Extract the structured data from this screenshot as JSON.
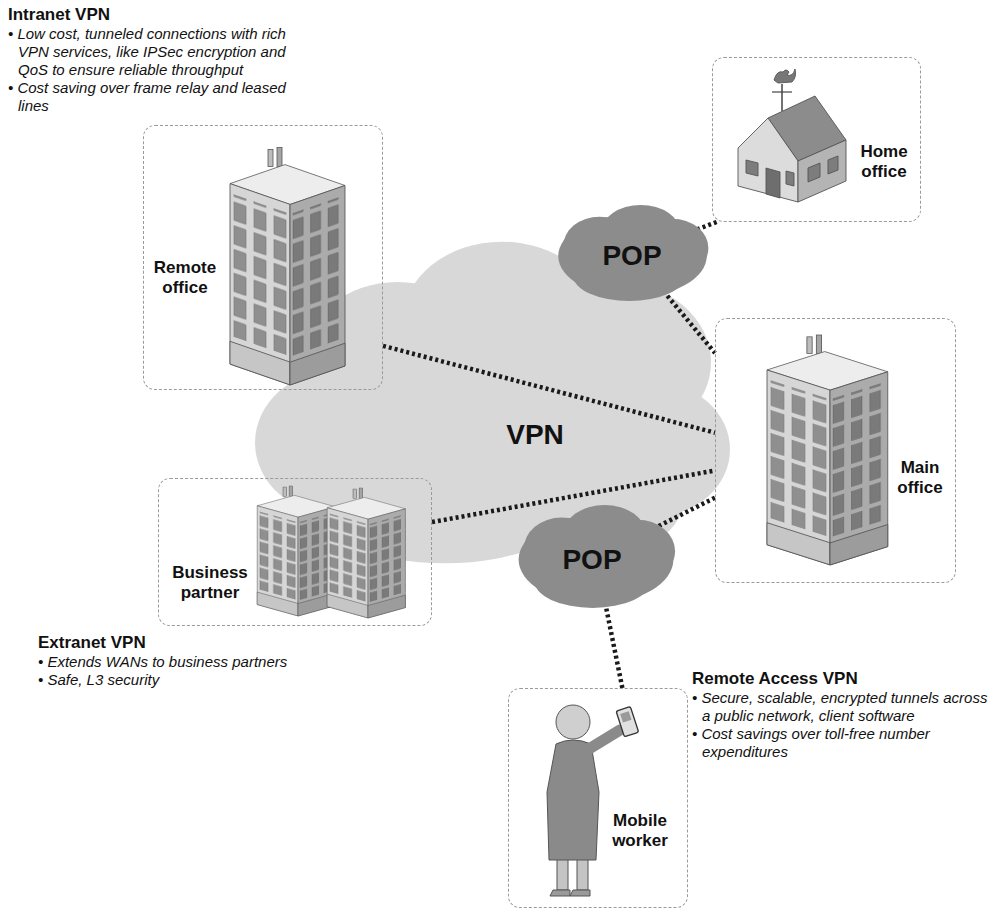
{
  "diagram": {
    "nodes": [
      {
        "text": [
          "Home office"
        ]
      },
      {
        "text": [
          "POP"
        ]
      },
      {
        "text": [
          "Remote office"
        ]
      },
      {
        "text": [
          "VPN"
        ]
      },
      {
        "text": [
          "Main office"
        ]
      },
      {
        "text": [
          "Business partner"
        ]
      },
      {
        "text": [
          "POP"
        ]
      },
      {
        "text": [
          "Mobile worker"
        ]
      }
    ],
    "edges": [
      {
        "from": 0,
        "to": 1,
        "arrow": "none"
      },
      {
        "from": 1,
        "to": 4,
        "arrow": "none"
      },
      {
        "from": 2,
        "to": 4,
        "arrow": "none"
      },
      {
        "from": 5,
        "to": 4,
        "arrow": "none"
      },
      {
        "from": 6,
        "to": 4,
        "arrow": "none"
      },
      {
        "from": 7,
        "to": 6,
        "arrow": "none"
      }
    ],
    "labels": [
      "Intranet VPN",
      "• Low cost, tunneled connections with rich VPN services, like IPSec encryption and QoS to ensure reliable throughput",
      "• Cost saving over frame relay and leased lines",
      "Extranet VPN",
      "• Extends WANs to business partners",
      "• Safe, L3 security",
      "Remote Access VPN",
      "• Secure, scalable, encrypted tunnels across a public network, client software",
      "• Cost savings over toll-free number expenditures"
    ]
  }
}
